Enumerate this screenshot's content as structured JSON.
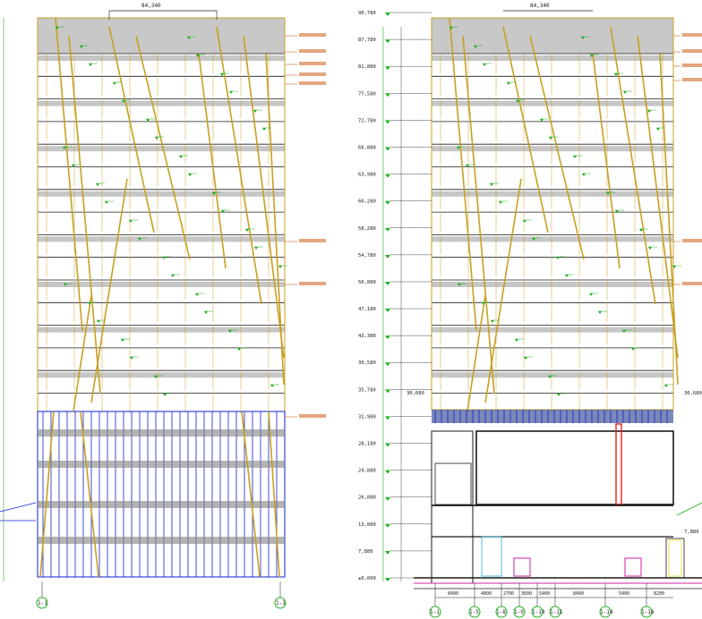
{
  "left_elevation": {
    "top_dimension": "84,340",
    "axis_left": "1-1",
    "axis_right": "1-1"
  },
  "right_section": {
    "top_dimension": "84,340",
    "levels": [
      "90,780",
      "87,780",
      "81,880",
      "77,580",
      "72,780",
      "68,880",
      "63,980",
      "60,280",
      "58,280",
      "54,780",
      "50,880",
      "47,180",
      "43,380",
      "39,580",
      "35,780",
      "31,980",
      "28,180",
      "24,880",
      "20,880",
      "13,880",
      "7,880",
      "±0,000"
    ],
    "side_levels": {
      "left": "30,680",
      "right": "30,680",
      "low_right": "7,880"
    },
    "bottom_dimensions": [
      "8400",
      "4800",
      "2700",
      "3600",
      "5400",
      "8400",
      "5400",
      "8200"
    ],
    "axis_bubbles": [
      "1-1",
      "1-5",
      "1-8",
      "1-9",
      "1-10",
      "1-11",
      "1-14",
      "1-16"
    ]
  },
  "colors": {
    "structure": "#c8a020",
    "glazing": "#1020d0",
    "level_marker": "#20b020",
    "annotation": "#d06a2a",
    "slab": "#808080",
    "magenta": "#d020a0"
  }
}
